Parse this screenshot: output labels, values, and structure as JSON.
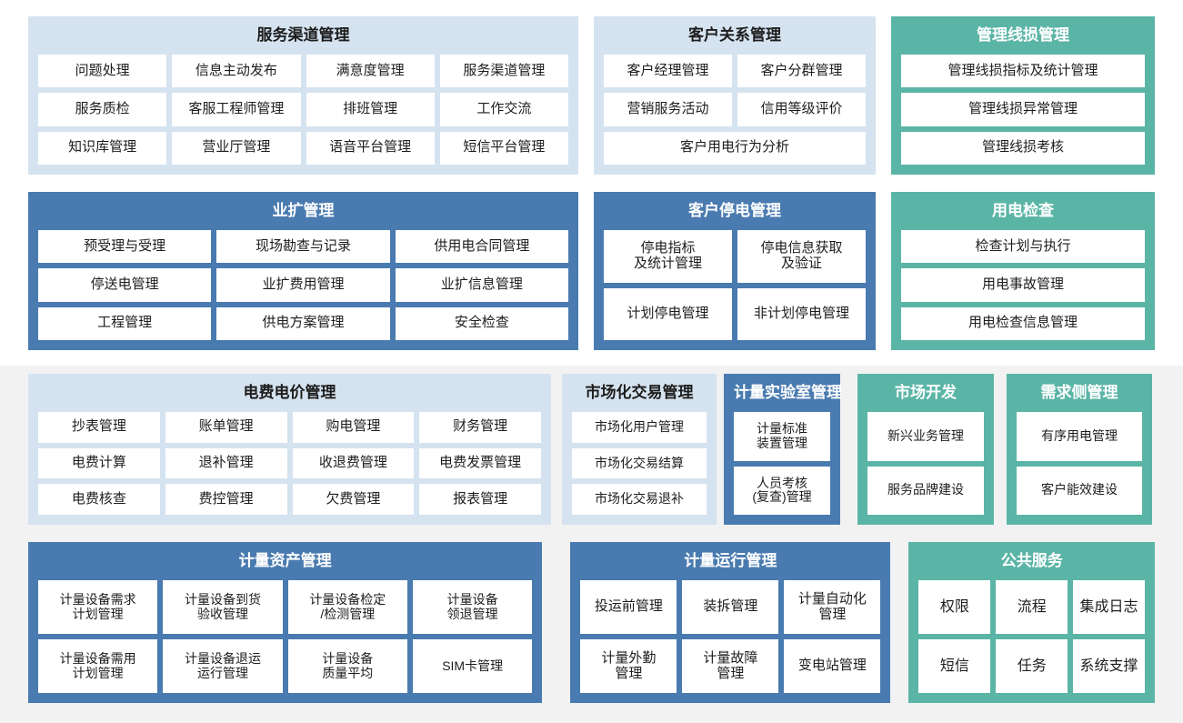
{
  "theme": {
    "light_blue": "#d5e3f0",
    "dark_blue": "#4a7bb0",
    "green": "#5bb5a6",
    "backdrop_gray": "#f2f2f3",
    "cell_bg": "#ffffff"
  },
  "rows": [
    {
      "id": "row1",
      "panels": [
        {
          "id": "p-service",
          "style": "blue",
          "title": "服务渠道管理",
          "cells": [
            "问题处理",
            "信息主动发布",
            "满意度管理",
            "服务渠道管理",
            "服务质检",
            "客服工程师管理",
            "排班管理",
            "工作交流",
            "知识库管理",
            "营业厅管理",
            "语音平台管理",
            "短信平台管理"
          ]
        },
        {
          "id": "p-crm",
          "style": "blue",
          "title": "客户关系管理",
          "cells": [
            "客户经理管理",
            "客户分群管理",
            "营销服务活动",
            "信用等级评价",
            "客户用电行为分析"
          ],
          "span2": [
            4
          ]
        },
        {
          "id": "p-lineloss",
          "style": "green",
          "title": "管理线损管理",
          "cells": [
            "管理线损指标及统计管理",
            "管理线损异常管理",
            "管理线损考核"
          ]
        }
      ]
    },
    {
      "id": "row2",
      "panels": [
        {
          "id": "p-yekuo",
          "style": "dark",
          "title": "业扩管理",
          "cells": [
            "预受理与受理",
            "现场勘查与记录",
            "供用电合同管理",
            "停送电管理",
            "业扩费用管理",
            "业扩信息管理",
            "工程管理",
            "供电方案管理",
            "安全检查"
          ]
        },
        {
          "id": "p-outage",
          "style": "dark",
          "title": "客户停电管理",
          "cells": [
            "停电指标\n及统计管理",
            "停电信息获取\n及验证",
            "计划停电管理",
            "非计划停电管理"
          ]
        },
        {
          "id": "p-inspect",
          "style": "green",
          "title": "用电检查",
          "cells": [
            "检查计划与执行",
            "用电事故管理",
            "用电检查信息管理"
          ]
        }
      ]
    },
    {
      "id": "row3",
      "panels": [
        {
          "id": "p-tariff",
          "style": "blue",
          "title": "电费电价管理",
          "cells": [
            "抄表管理",
            "账单管理",
            "购电管理",
            "财务管理",
            "电费计算",
            "退补管理",
            "收退费管理",
            "电费发票管理",
            "电费核查",
            "费控管理",
            "欠费管理",
            "报表管理"
          ]
        },
        {
          "id": "p-market",
          "style": "blue",
          "title": "市场化交易管理",
          "cells": [
            "市场化用户管理",
            "市场化交易结算",
            "市场化交易退补"
          ]
        },
        {
          "id": "p-lab",
          "style": "dark",
          "title": "计量实验室管理",
          "cells": [
            "计量标准\n装置管理",
            "人员考核\n(复查)管理"
          ]
        },
        {
          "id": "p-mkdev",
          "style": "green",
          "title": "市场开发",
          "cells": [
            "新兴业务管理",
            "服务品牌建设"
          ]
        },
        {
          "id": "p-demand",
          "style": "green",
          "title": "需求侧管理",
          "cells": [
            "有序用电管理",
            "客户能效建设"
          ]
        }
      ]
    },
    {
      "id": "row4",
      "panels": [
        {
          "id": "p-asset",
          "style": "dark",
          "title": "计量资产管理",
          "cells": [
            "计量设备需求\n计划管理",
            "计量设备到货\n验收管理",
            "计量设备检定\n/检测管理",
            "计量设备\n领退管理",
            "计量设备需用\n计划管理",
            "计量设备退运\n运行管理",
            "计量设备\n质量平均",
            "SIM卡管理"
          ]
        },
        {
          "id": "p-meterop",
          "style": "dark",
          "title": "计量运行管理",
          "cells": [
            "投运前管理",
            "装拆管理",
            "计量自动化\n管理",
            "计量外勤\n管理",
            "计量故障\n管理",
            "变电站管理"
          ]
        },
        {
          "id": "p-public",
          "style": "green",
          "title": "公共服务",
          "cells": [
            "权限",
            "流程",
            "集成日志",
            "短信",
            "任务",
            "系统支撑"
          ]
        }
      ]
    }
  ]
}
